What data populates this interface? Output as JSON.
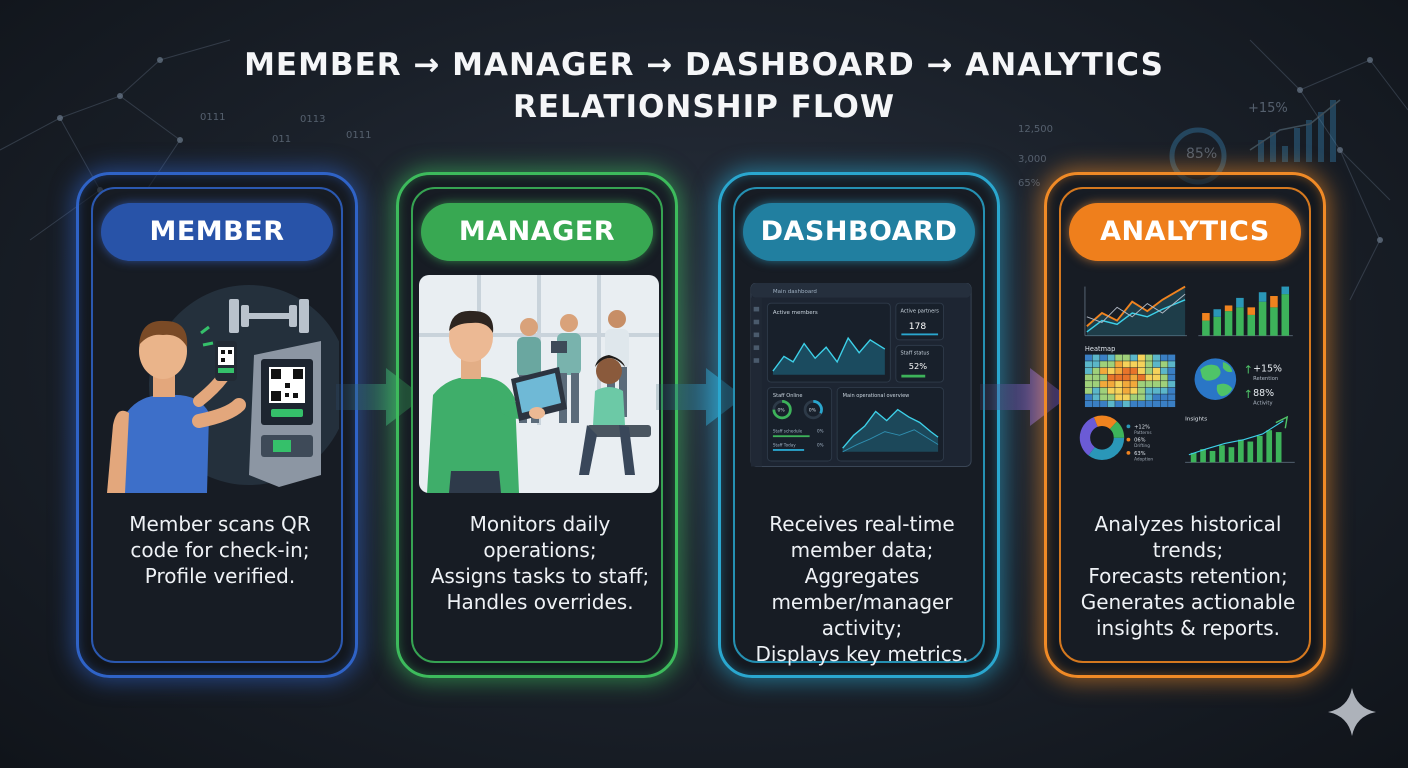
{
  "title": {
    "line1": "MEMBER → MANAGER → DASHBOARD → ANALYTICS",
    "line2": "RELATIONSHIP FLOW"
  },
  "colors": {
    "member": "#2f63c7",
    "manager": "#3db35a",
    "dashboard": "#2a97b8",
    "analytics": "#f0831f"
  },
  "background_numbers": [
    "0113",
    "011",
    "0111",
    "0111",
    "3,000",
    "12,500",
    "+15%",
    "85%",
    "65%"
  ],
  "cards": [
    {
      "label": "MEMBER",
      "illustration": "member-qr-checkin",
      "lines": [
        "Member scans QR",
        "code for check-in;",
        "Profile verified."
      ]
    },
    {
      "label": "MANAGER",
      "illustration": "manager-with-tablet",
      "lines": [
        "Monitors daily",
        "operations;",
        "Assigns tasks to staff;",
        "Handles overrides."
      ]
    },
    {
      "label": "DASHBOARD",
      "illustration": "dashboard-screen",
      "lines": [
        "Receives real-time",
        "member data;",
        "Aggregates",
        "member/manager activity;",
        "Displays key metrics."
      ],
      "screen": {
        "header": "Main dashboard",
        "panel_active_members": "Active members",
        "panel_active_partners": "Active partners",
        "partners_value": "178",
        "staff_status": "Staff status",
        "staff_value": "52%",
        "staff_online": "Staff Online",
        "ring_left": "0%",
        "ring_right": "0%",
        "main_overview": "Main operational overview",
        "row1": "Staff schedule",
        "row1_val": "0%",
        "row2": "Staff Today",
        "row2_val": "0%"
      }
    },
    {
      "label": "ANALYTICS",
      "illustration": "analytics-charts",
      "lines": [
        "Analyzes historical",
        "trends;",
        "Forecasts retention;",
        "Generates actionable",
        "insights & reports."
      ],
      "screen": {
        "heatmap_label": "Heatmap",
        "retention_value": "+15%",
        "retention_label": "Retention",
        "activity_value": "88%",
        "activity_label": "Activity",
        "insights_label": "Insights",
        "donut_legend": [
          {
            "value": "+12%",
            "label": "Patterns"
          },
          {
            "value": "06%",
            "label": "Drifting"
          },
          {
            "value": "63%",
            "label": "Adoption"
          }
        ]
      }
    }
  ]
}
